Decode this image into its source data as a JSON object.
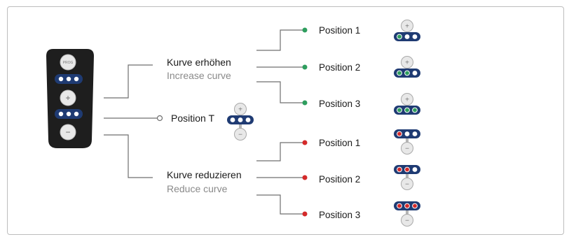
{
  "remote": {
    "prog_label": "PROG",
    "plus_symbol": "+",
    "minus_symbol": "−"
  },
  "increase": {
    "title_de": "Kurve erhöhen",
    "title_en": "Increase curve",
    "positions": [
      "Position 1",
      "Position 2",
      "Position 3"
    ],
    "dot_color": "#2e9e5e",
    "lit_counts": [
      1,
      2,
      3
    ]
  },
  "neutral": {
    "label": "Position T"
  },
  "reduce": {
    "title_de": "Kurve reduzieren",
    "title_en": "Reduce curve",
    "positions": [
      "Position 1",
      "Position 2",
      "Position 3"
    ],
    "dot_color": "#d42a2a",
    "lit_counts": [
      1,
      2,
      3
    ]
  },
  "colors": {
    "line": "#6f6f6f",
    "remote_body": "#1e1e1e",
    "led_bar": "#1f3b73",
    "led_off": "#ffffff",
    "button": "#e8e8e8"
  }
}
